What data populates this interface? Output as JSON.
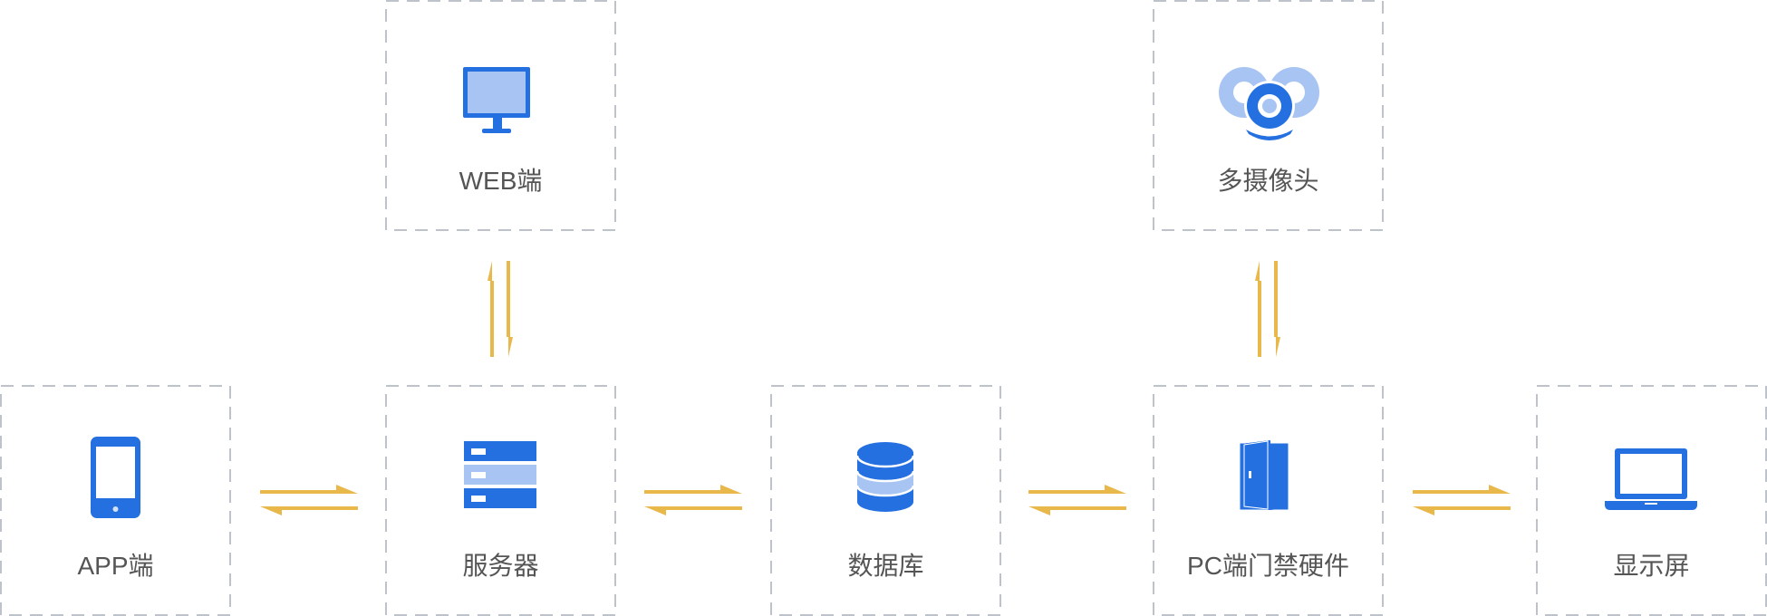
{
  "colors": {
    "icon_primary": "#2470E0",
    "icon_light": "#A8C4F2",
    "arrow": "#E8B84A",
    "border": "#A8ADB8",
    "text": "#555555"
  },
  "nodes": {
    "web": {
      "label": "WEB端",
      "icon": "monitor-icon"
    },
    "camera": {
      "label": "多摄像头",
      "icon": "camera-icon"
    },
    "app": {
      "label": "APP端",
      "icon": "phone-icon"
    },
    "server": {
      "label": "服务器",
      "icon": "server-icon"
    },
    "database": {
      "label": "数据库",
      "icon": "database-icon"
    },
    "pc": {
      "label": "PC端门禁硬件",
      "icon": "door-icon"
    },
    "display": {
      "label": "显示屏",
      "icon": "laptop-icon"
    }
  },
  "connections": [
    {
      "from": "web",
      "to": "server",
      "direction": "bidirectional"
    },
    {
      "from": "camera",
      "to": "pc",
      "direction": "bidirectional"
    },
    {
      "from": "app",
      "to": "server",
      "direction": "bidirectional"
    },
    {
      "from": "server",
      "to": "database",
      "direction": "bidirectional"
    },
    {
      "from": "database",
      "to": "pc",
      "direction": "bidirectional"
    },
    {
      "from": "pc",
      "to": "display",
      "direction": "bidirectional"
    }
  ]
}
